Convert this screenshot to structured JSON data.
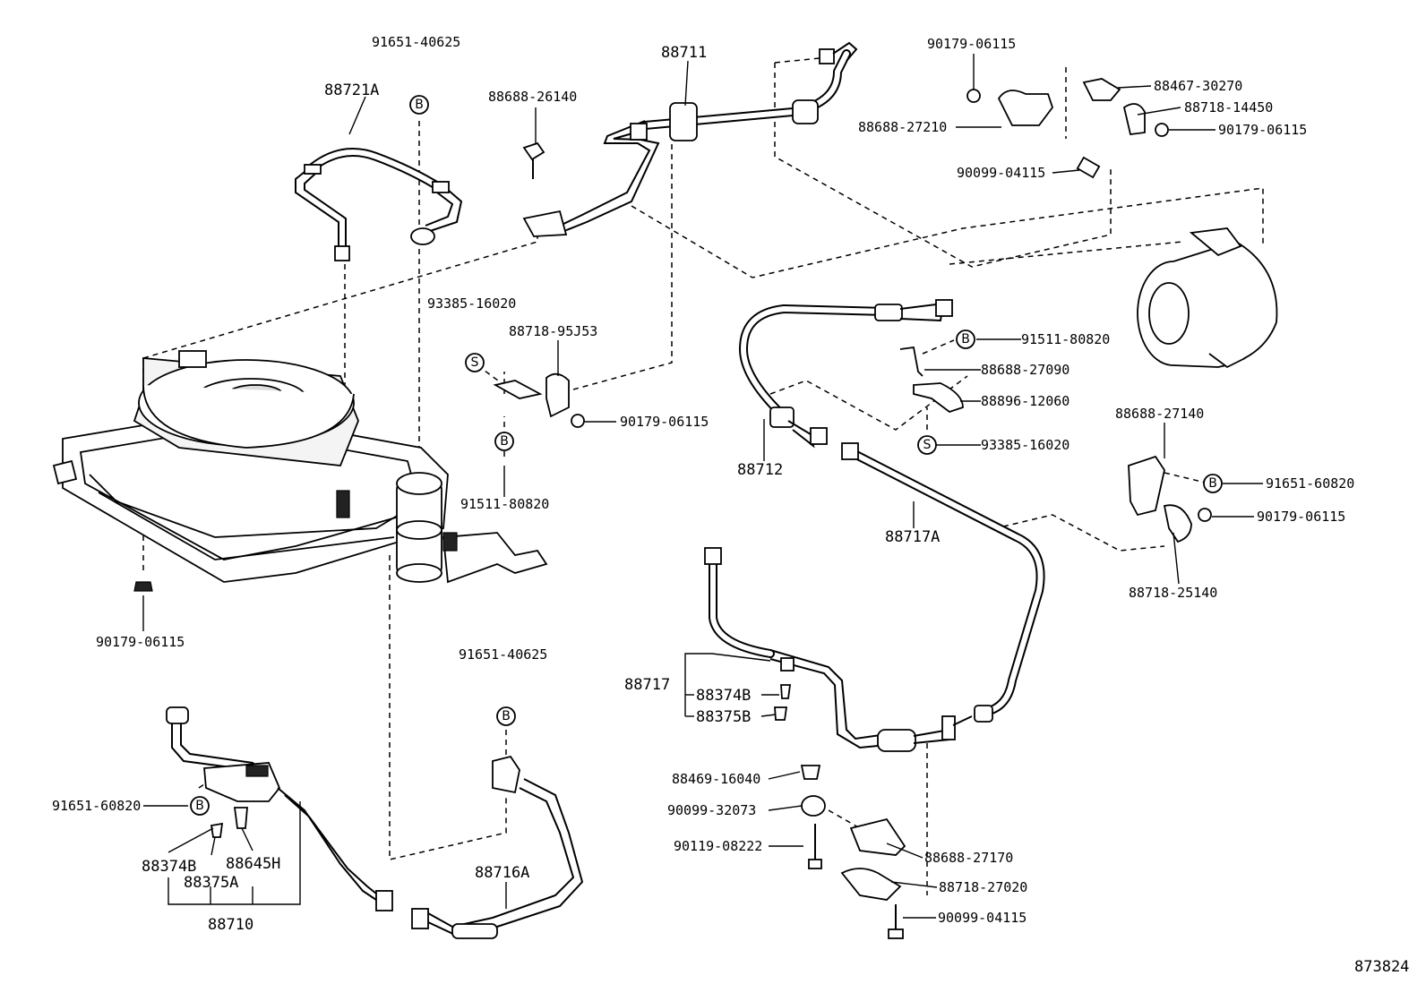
{
  "diagram_id": "873824",
  "badges": {
    "bolt": "B",
    "screw": "S"
  },
  "labels": {
    "p91651_40625_top": "91651-40625",
    "p88721a": "88721A",
    "p88688_26140": "88688-26140",
    "p88711": "88711",
    "p90179_06115_topright": "90179-06115",
    "p88467_30270": "88467-30270",
    "p88718_14450": "88718-14450",
    "p90179_06115_right1": "90179-06115",
    "p88688_27210": "88688-27210",
    "p90099_04115_top": "90099-04115",
    "p93385_16020_mid": "93385-16020",
    "p88718_95j53": "88718-95J53",
    "p90179_06115_mid": "90179-06115",
    "p91511_80820_mid": "91511-80820",
    "p91511_80820_right": "91511-80820",
    "p88688_27090": "88688-27090",
    "p88896_12060": "88896-12060",
    "p93385_16020_right": "93385-16020",
    "p88712": "88712",
    "p88717a": "88717A",
    "p88688_27140": "88688-27140",
    "p91651_60820_right": "91651-60820",
    "p90179_06115_right2": "90179-06115",
    "p88718_25140": "88718-25140",
    "p90179_06115_left": "90179-06115",
    "p91651_40625_mid": "91651-40625",
    "p88717": "88717",
    "p88374b_mid": "88374B",
    "p88375b": "88375B",
    "p91651_60820_left": "91651-60820",
    "p88374b_left": "88374B",
    "p88645h": "88645H",
    "p88375a": "88375A",
    "p88710": "88710",
    "p88716a": "88716A",
    "p88469_16040": "88469-16040",
    "p90099_32073": "90099-32073",
    "p90119_08222": "90119-08222",
    "p88688_27170": "88688-27170",
    "p88718_27020": "88718-27020",
    "p90099_04115_bottom": "90099-04115"
  }
}
